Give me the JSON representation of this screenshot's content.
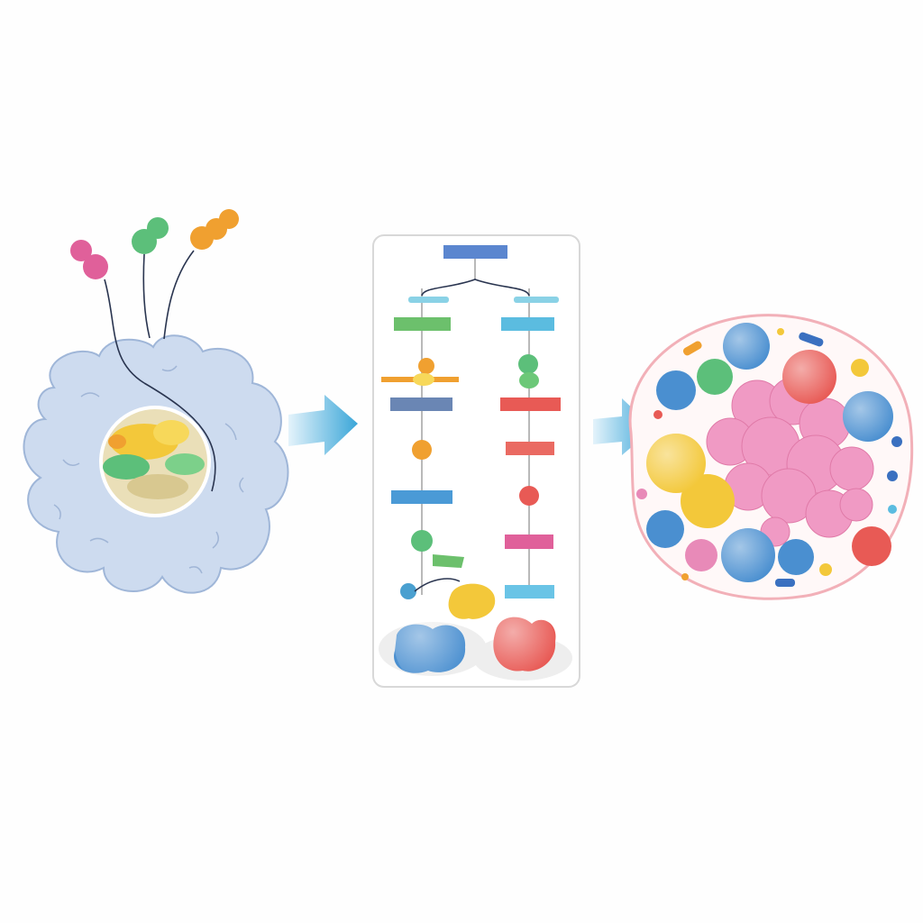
{
  "colors": {
    "cell_body": "#c9d8ee",
    "cell_outline": "#9fb6d8",
    "nucleus": "#e9dcae",
    "pink": "#e0609a",
    "green": "#5cbf7a",
    "orange": "#f0a030",
    "blue": "#4a8fd0",
    "red": "#e85a55",
    "yellow": "#f3c83a",
    "cyan": "#5bbce0",
    "arrow": "#4fb0dc",
    "panel_border": "#d8d8d8",
    "mass_pink": "#f09ac4"
  },
  "panels": [
    "signal-reception-cell",
    "signaling-cascade",
    "proliferating-cell-mass"
  ]
}
